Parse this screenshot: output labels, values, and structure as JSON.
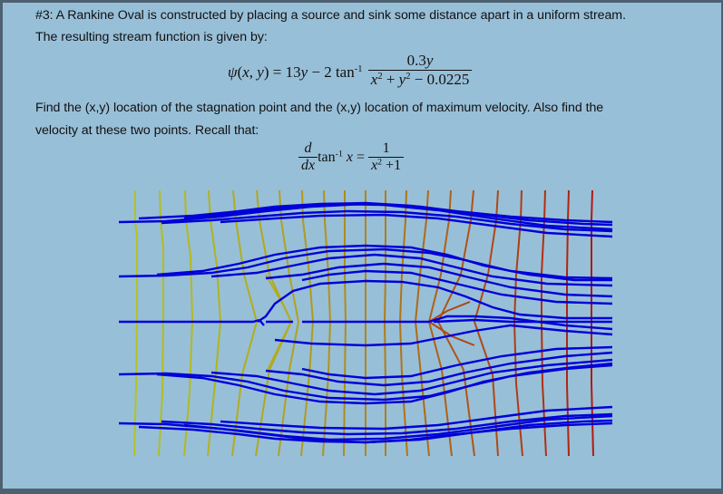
{
  "problem": {
    "number": "#3:",
    "line1": "#3:  A Rankine Oval is constructed by placing a source and sink some distance apart in a uniform stream.",
    "line2": "The resulting stream function is given by:",
    "stream_function": {
      "lhs": "ψ(x, y) = 13y − 2 tan",
      "inverse_sup": "-1",
      "numerator": "0.3y",
      "denominator": "x² + y² − 0.0225"
    },
    "line3": "Find the (x,y) location of the stagnation point and the (x,y) location of maximum velocity. Also find the",
    "line4": "velocity at these two points. Recall that:",
    "derivative_identity": {
      "d_num": "d",
      "d_den": "dx",
      "tan": "tan",
      "inverse_sup": "-1",
      "var": "x =",
      "rhs_num": "1",
      "rhs_den": "x² +1"
    }
  },
  "figure": {
    "description": "Rankine oval flow plot: blue streamlines and yellow-to-red equipotential lines",
    "colors": {
      "background": "#98bfd8",
      "frame": "#4d6170",
      "streamline": "#0000d8",
      "equipotential_left": "#b5c21a",
      "equipotential_right": "#b01a10"
    },
    "equipotential_x": [
      146,
      173,
      201,
      227,
      254,
      280,
      305,
      330,
      354,
      377,
      400,
      422,
      445,
      469,
      494,
      519,
      546,
      572,
      598,
      624,
      650
    ]
  }
}
